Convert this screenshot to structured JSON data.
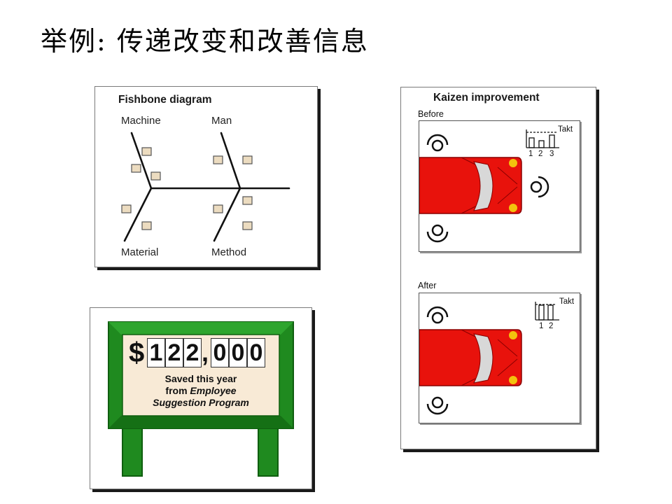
{
  "title": "举例: 传递改变和改善信息",
  "fishbone": {
    "heading": "Fishbone diagram",
    "labels": {
      "machine": "Machine",
      "man": "Man",
      "material": "Material",
      "method": "Method"
    }
  },
  "sign": {
    "currency": "$",
    "digits": [
      "1",
      "2",
      "2",
      "0",
      "0",
      "0"
    ],
    "separator": ",",
    "line1": "Saved this year",
    "line2_prefix": "from ",
    "line2_em": "Employee",
    "line3": "Suggestion Program"
  },
  "kaizen": {
    "heading": "Kaizen improvement",
    "before": {
      "label": "Before",
      "takt_label": "Takt",
      "station_numbers": [
        "1",
        "2",
        "3"
      ]
    },
    "after": {
      "label": "After",
      "takt_label": "Takt",
      "station_numbers": [
        "1",
        "2"
      ]
    }
  },
  "colors": {
    "sign_green": "#1f8a1f",
    "sign_dark_green": "#0f5e0f",
    "car_red": "#e8120c",
    "note_fill": "#ecdcc0"
  }
}
